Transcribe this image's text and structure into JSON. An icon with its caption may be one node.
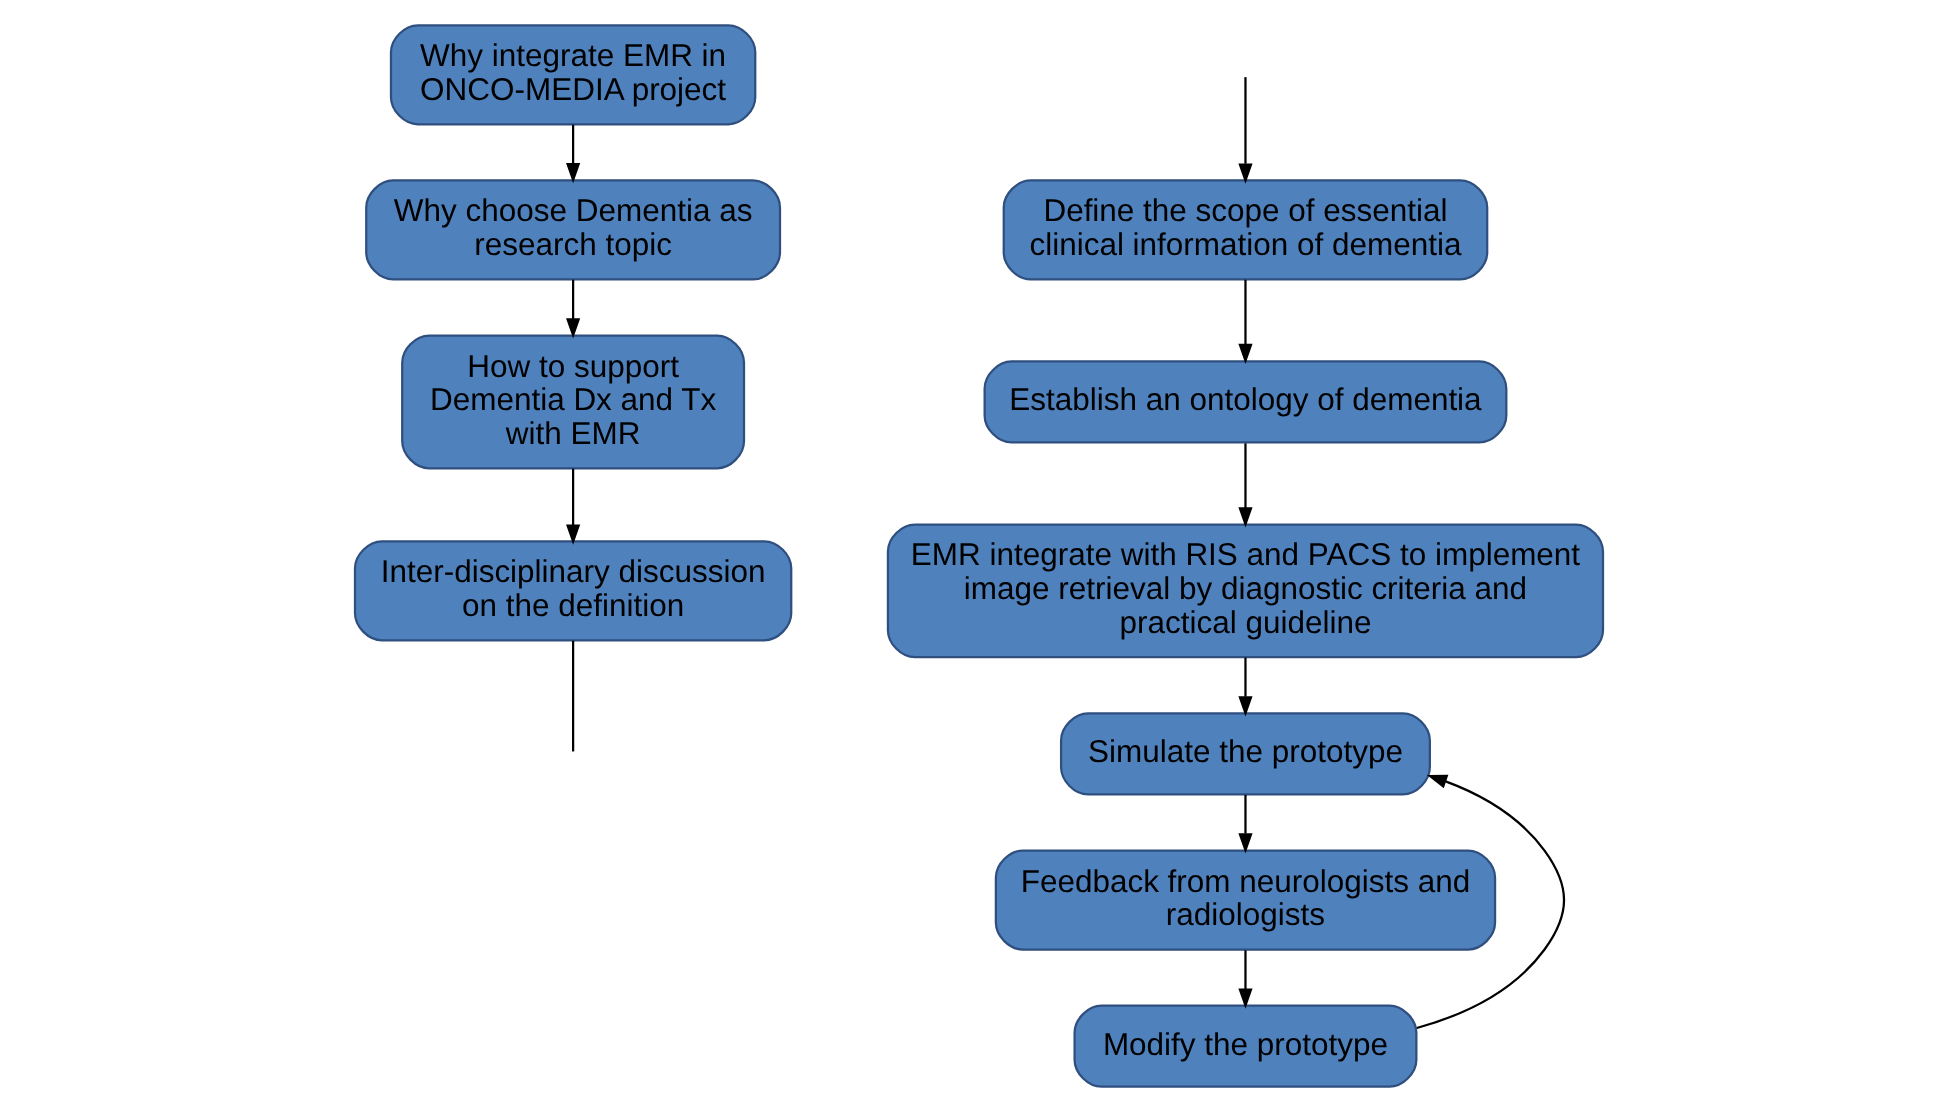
{
  "diagram": {
    "nodes": [
      {
        "text": [
          "Why integrate EMR in ONCO-MEDIA project"
        ]
      },
      {
        "text": [
          "Why choose Dementia as research topic"
        ]
      },
      {
        "text": [
          "How to support Dementia Dx and Tx with EMR"
        ]
      },
      {
        "text": [
          "Inter-disciplinary discussion on the definition"
        ]
      },
      {
        "text": [
          "Define the scope of essential clinical information of dementia"
        ]
      },
      {
        "text": [
          "Establish an ontology of dementia"
        ]
      },
      {
        "text": [
          "EMR integrate with RIS and PACS to implement image retrieval by diagnostic criteria and practical guideline"
        ]
      },
      {
        "text": [
          "Simulate the prototype"
        ]
      },
      {
        "text": [
          "Feedback from neurologists and radiologists"
        ]
      },
      {
        "text": [
          "Modify the prototype"
        ]
      }
    ],
    "edges": [
      {
        "from": 0,
        "to": 1,
        "arrow": "to"
      },
      {
        "from": 1,
        "to": 2,
        "arrow": "to"
      },
      {
        "from": 2,
        "to": 3,
        "arrow": "to"
      },
      {
        "from": 3,
        "to": null,
        "arrow": "none"
      },
      {
        "from": null,
        "to": 4,
        "arrow": "to"
      },
      {
        "from": 4,
        "to": 5,
        "arrow": "to"
      },
      {
        "from": 5,
        "to": 6,
        "arrow": "to"
      },
      {
        "from": 6,
        "to": 7,
        "arrow": "to"
      },
      {
        "from": 7,
        "to": 8,
        "arrow": "to"
      },
      {
        "from": 8,
        "to": 9,
        "arrow": "to"
      },
      {
        "from": 9,
        "to": 7,
        "arrow": "to"
      }
    ]
  }
}
